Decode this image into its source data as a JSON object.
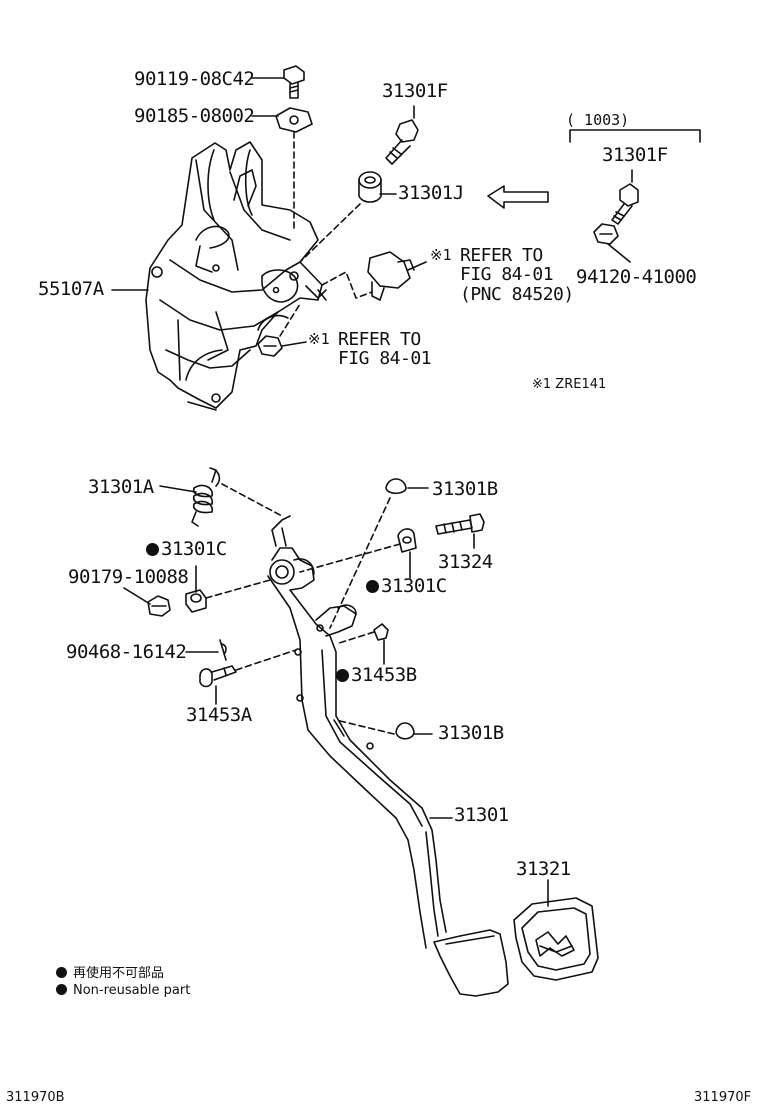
{
  "parts": {
    "bolt_top": "90119-08C42",
    "nut_clip": "90185-08002",
    "bolt_31301F": "31301F",
    "boss_31301J": "31301J",
    "bracket": "55107A",
    "bolt_31301F_alt": "31301F",
    "nut_94120": "94120-41000",
    "spring": "31301A",
    "cushion_top": "31301B",
    "bushing_left": "31301C",
    "nut_90179": "90179-10088",
    "pin_clip": "90468-16142",
    "pin_31453A": "31453A",
    "bolt_31324": "31324",
    "bushing_right": "31301C",
    "pin_31453B": "31453B",
    "cushion_mid": "31301B",
    "pedal_arm": "31301",
    "pad": "31321"
  },
  "refs": {
    "ref1_mark": "※1",
    "ref1_line1": "REFER TO",
    "ref1_line2": "FIG 84-01",
    "ref1_line3": "(PNC 84520)",
    "ref2_mark": "※1",
    "ref2_line1": "REFER TO",
    "ref2_line2": "FIG 84-01",
    "note": "※1  ZRE141",
    "date_bracket": "(      1003)"
  },
  "legend": {
    "jp": "再使用不可部品",
    "en": "Non-reusable part"
  },
  "footer": {
    "left": "311970B",
    "right": "311970F"
  },
  "colors": {
    "ink": "#111111",
    "background": "#ffffff"
  }
}
